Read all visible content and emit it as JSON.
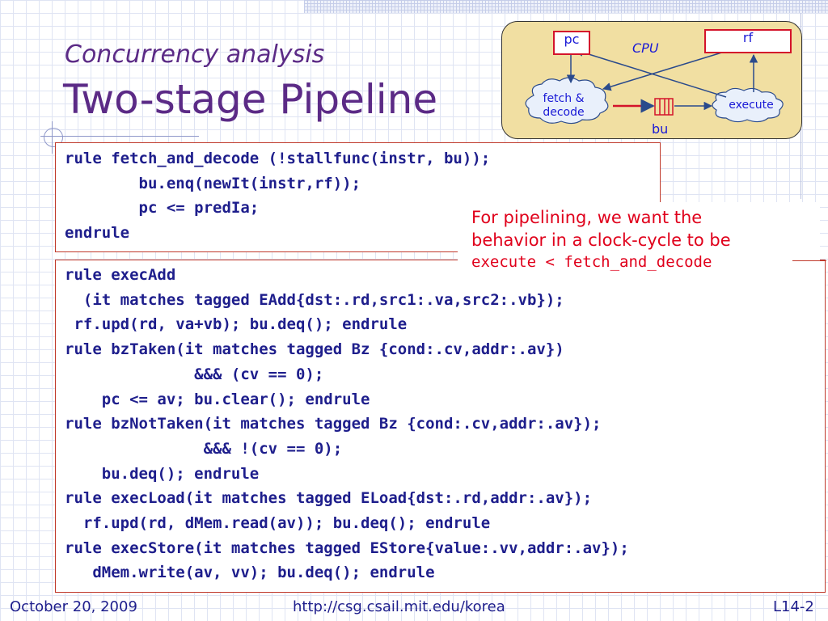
{
  "slide": {
    "subtitle": "Concurrency analysis",
    "title": "Two-stage Pipeline"
  },
  "diagram": {
    "cpu_label": "CPU",
    "pc_label": "pc",
    "rf_label": "rf",
    "fetch_decode_label_1": "fetch &",
    "fetch_decode_label_2": "decode",
    "execute_label": "execute",
    "bu_label": "bu"
  },
  "code_box_1": [
    "rule fetch_and_decode (!stallfunc(instr, bu));",
    "        bu.enq(newIt(instr,rf));",
    "        pc <= predIa;",
    "endrule"
  ],
  "code_box_2": [
    "rule execAdd",
    "  (it matches tagged EAdd{dst:.rd,src1:.va,src2:.vb});",
    " rf.upd(rd, va+vb); bu.deq(); endrule",
    "rule bzTaken(it matches tagged Bz {cond:.cv,addr:.av})",
    "              &&& (cv == 0);",
    "    pc <= av; bu.clear(); endrule",
    "rule bzNotTaken(it matches tagged Bz {cond:.cv,addr:.av});",
    "               &&& !(cv == 0);",
    "    bu.deq(); endrule",
    "rule execLoad(it matches tagged ELoad{dst:.rd,addr:.av});",
    "  rf.upd(rd, dMem.read(av)); bu.deq(); endrule",
    "rule execStore(it matches tagged EStore{value:.vv,addr:.av});",
    "   dMem.write(av, vv); bu.deq(); endrule"
  ],
  "note": {
    "line1": "For pipelining, we want the",
    "line2": "behavior in a clock-cycle to be",
    "line3": "execute < fetch_and_decode"
  },
  "footer": {
    "date": "October 20, 2009",
    "url": "http://csg.csail.mit.edu/korea",
    "page": "L14-2"
  },
  "colors": {
    "title": "#5b2a86",
    "code": "#1e1e8c",
    "note": "#e0001b",
    "cpu_fill": "#f1dfa2",
    "register_border": "#d4132b"
  }
}
